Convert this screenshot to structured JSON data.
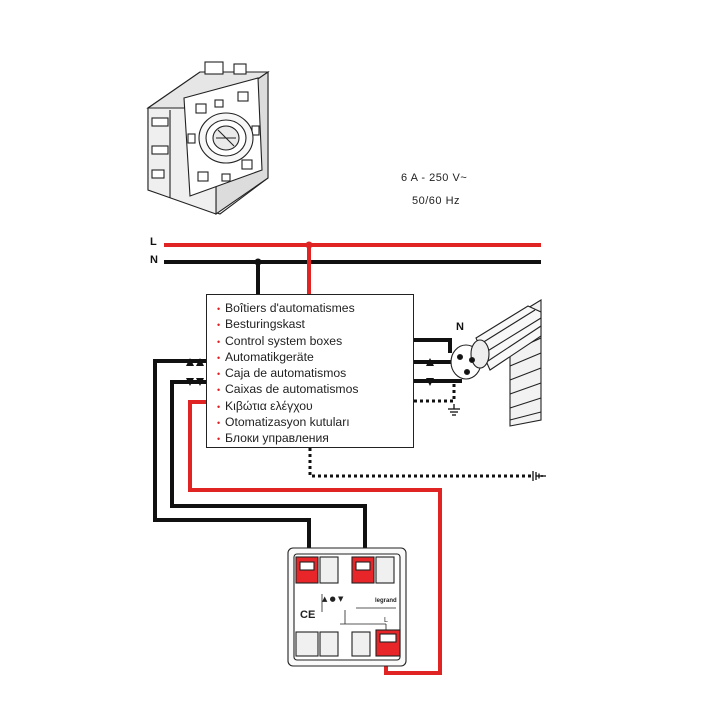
{
  "rating": {
    "current": "6 A - 250 V~",
    "frequency": "50/60 Hz"
  },
  "line_labels": {
    "phase": "L",
    "neutral": "N",
    "motor_neutral": "N"
  },
  "control_box": {
    "items": [
      "Boîtiers d'automatismes",
      "Besturingskast",
      "Control system boxes",
      "Automatikgeräte",
      "Caja de automatismos",
      "Caixas de automatismos",
      "Κιβώτια ελέγχου",
      "Otomatizasyon kutuları",
      "Блоки управления"
    ]
  },
  "switch_markings": {
    "ce": "CE",
    "brand": "legrand",
    "symbols": "▲ ● ▼",
    "terminal_l": "L"
  },
  "colors": {
    "phase_wire": "#e02424",
    "neutral_wire": "#111111",
    "terminal_red": "#e8262a",
    "bullet": "#e02020"
  },
  "icons": [
    "up-arrow-icon",
    "down-arrow-icon",
    "earth-ground-icon",
    "mechanism-illustration",
    "motor-tube-illustration"
  ]
}
